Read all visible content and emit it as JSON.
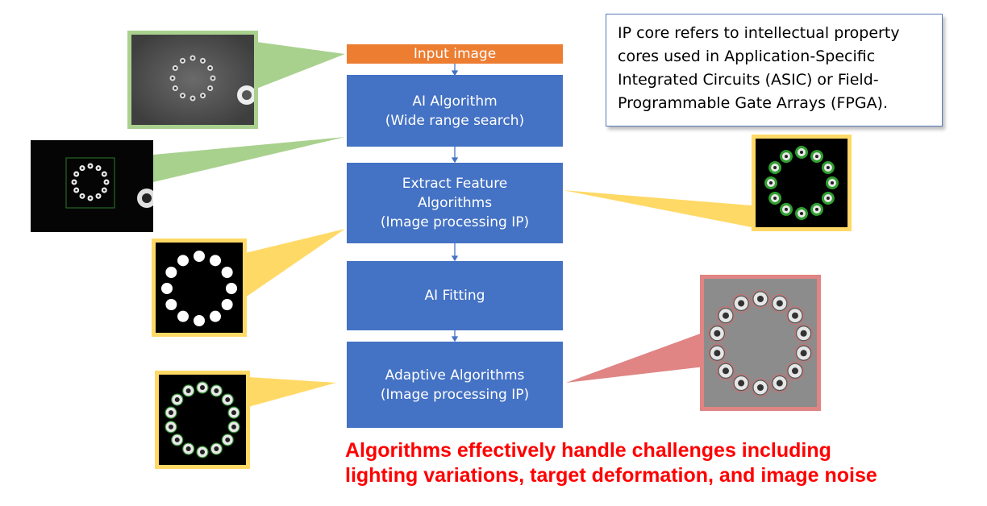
{
  "colors": {
    "flow_box": "#4472c4",
    "input_bar": "#ed7d31",
    "callout_green": "#a9d18e",
    "callout_yellow": "#ffd966",
    "callout_red": "#e08484",
    "caption": "#ff0000"
  },
  "flow": {
    "input": "Input image",
    "steps": [
      {
        "lines": [
          "AI Algorithm",
          "(Wide range search)"
        ]
      },
      {
        "lines": [
          "Extract Feature",
          "Algorithms",
          "(Image processing IP)"
        ]
      },
      {
        "lines": [
          "AI Fitting"
        ]
      },
      {
        "lines": [
          "Adaptive Algorithms",
          "(Image processing IP)"
        ]
      }
    ]
  },
  "note": {
    "lines": [
      "IP core refers to intellectual property",
      "cores used in Application-Specific",
      "Integrated Circuits (ASIC) or Field-",
      "Programmable Gate Arrays (FPGA)."
    ]
  },
  "caption": {
    "lines": [
      "Algorithms effectively handle challenges including",
      "lighting variations, target deformation, and image noise"
    ]
  },
  "thumbnails": [
    {
      "id": "raw-input",
      "description": "raw grayscale input image",
      "frame": "green"
    },
    {
      "id": "wide-search",
      "description": "wide range search detection",
      "frame": "none"
    },
    {
      "id": "extracted-features",
      "description": "extracted features green",
      "frame": "yellow"
    },
    {
      "id": "binary-blobs",
      "description": "binary blobs",
      "frame": "yellow"
    },
    {
      "id": "fitted-result",
      "description": "fitted ring result",
      "frame": "red"
    },
    {
      "id": "adaptive-result",
      "description": "adaptive detection result",
      "frame": "yellow"
    }
  ]
}
